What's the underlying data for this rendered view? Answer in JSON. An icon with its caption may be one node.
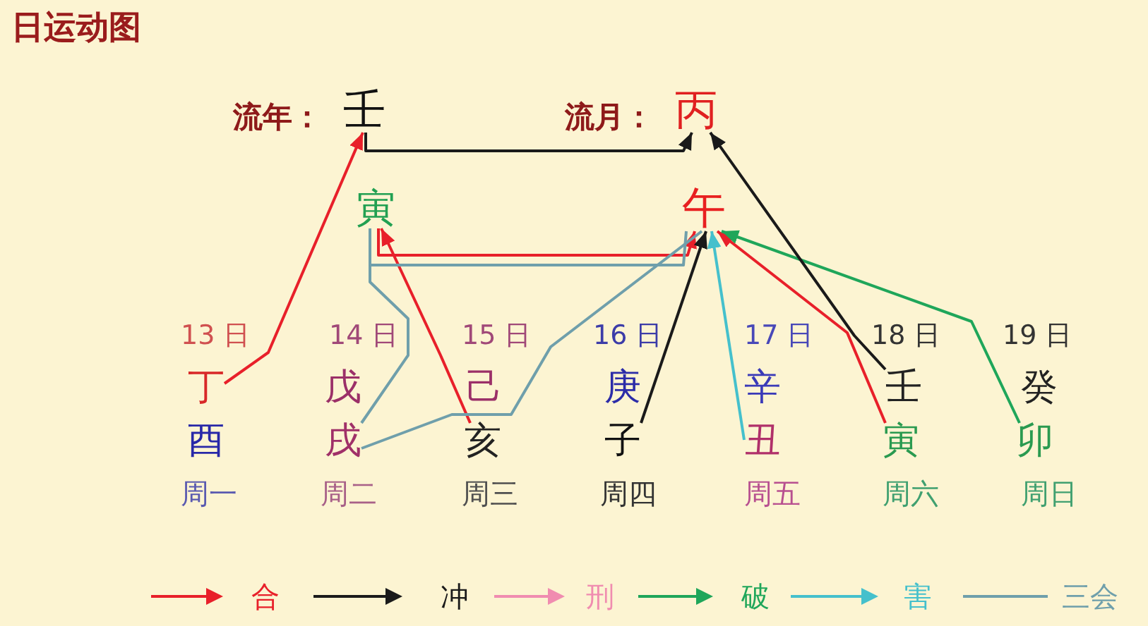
{
  "diagram": {
    "title": "日运动图",
    "nodes": [
      {
        "text": [
          "流年：",
          "壬"
        ]
      },
      {
        "text": [
          "流月：",
          "丙"
        ]
      },
      {
        "text": [
          "寅"
        ]
      },
      {
        "text": [
          "午"
        ]
      },
      {
        "text": [
          "丁"
        ]
      },
      {
        "text": [
          "戊"
        ]
      },
      {
        "text": [
          "己"
        ]
      },
      {
        "text": [
          "庚"
        ]
      },
      {
        "text": [
          "辛"
        ]
      },
      {
        "text": [
          "壬"
        ]
      },
      {
        "text": [
          "癸"
        ]
      },
      {
        "text": [
          "酉"
        ]
      },
      {
        "text": [
          "戌"
        ]
      },
      {
        "text": [
          "亥"
        ]
      },
      {
        "text": [
          "子"
        ]
      },
      {
        "text": [
          "丑"
        ]
      },
      {
        "text": [
          "寅"
        ]
      },
      {
        "text": [
          "卯"
        ]
      }
    ],
    "edges": [
      {
        "from": 4,
        "to": 0,
        "arrow": "to"
      },
      {
        "from": 0,
        "to": 1,
        "arrow": "to",
        "color": "#1a1a1a"
      },
      {
        "from": 13,
        "to": 2,
        "arrow": "to"
      },
      {
        "from": 2,
        "to": 3,
        "arrow": "to"
      },
      {
        "from": 2,
        "to": 12,
        "arrow": "none",
        "color": "#6f9fab"
      },
      {
        "from": 12,
        "to": 3,
        "arrow": "none",
        "color": "#6f9fab"
      },
      {
        "from": 2,
        "to": 3,
        "arrow": "none",
        "color": "#6f9fab"
      },
      {
        "from": 14,
        "to": 3,
        "arrow": "to",
        "color": "#1a1a1a"
      },
      {
        "from": 15,
        "to": 3,
        "arrow": "to",
        "color": "#45c0cc"
      },
      {
        "from": 16,
        "to": 3,
        "arrow": "to"
      },
      {
        "from": 17,
        "to": 3,
        "arrow": "to",
        "color": "#1fa65a"
      },
      {
        "from": 9,
        "to": 1,
        "arrow": "to",
        "color": "#1a1a1a"
      }
    ],
    "labels": [
      "13 日",
      "14 日",
      "15 日",
      "16 日",
      "17 日",
      "18 日",
      "19 日",
      "周一",
      "周二",
      "周三",
      "周四",
      "周五",
      "周六",
      "周日"
    ],
    "legend": [
      {
        "text": "合",
        "color": "#e8202a"
      },
      {
        "text": "冲",
        "color": "#1a1a1a"
      },
      {
        "text": "刑",
        "color": "#f08cb0"
      },
      {
        "text": "破",
        "color": "#1fa65a"
      },
      {
        "text": "害",
        "color": "#45c0cc"
      },
      {
        "text": "三会",
        "color": "#6f9fab"
      }
    ]
  }
}
